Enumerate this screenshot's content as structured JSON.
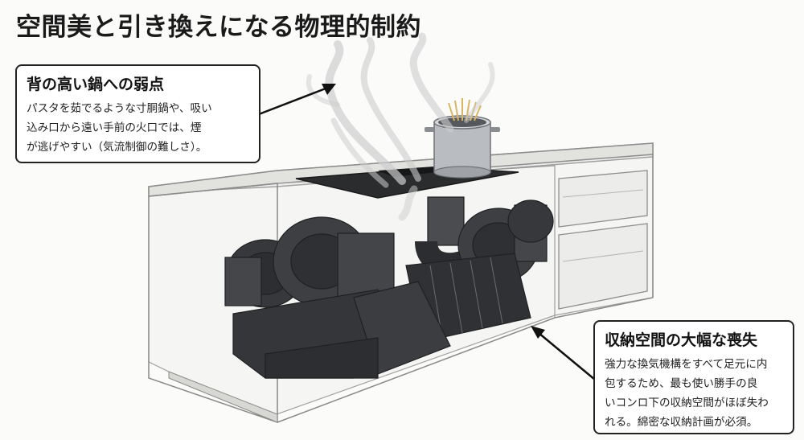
{
  "title": "空間美と引き換えになる物理的制約",
  "callouts": {
    "left": {
      "heading": "背の高い鍋への弱点",
      "lines": [
        "パスタを茹でるような寸胴鍋や、吸い",
        "込み口から遠い手前の火口では、煙",
        "が逃げやすい（気流制御の難しさ）。"
      ]
    },
    "right": {
      "heading": "収納空間の大幅な喪失",
      "lines": [
        "強力な換気機構をすべて足元に内",
        "包するため、最も使い勝手の良",
        "いコンロ下の収納空間がほぼ失わ",
        "れる。綿密な収納計画が必須。"
      ]
    }
  },
  "colors": {
    "background": "#fbfbfa",
    "cabinet_stroke": "#9a9a9a",
    "machinery": "#3a3c3f",
    "cooktop": "#2b2c2e",
    "pot": "#b9bcc0",
    "smoke": "#cfcfcf"
  }
}
